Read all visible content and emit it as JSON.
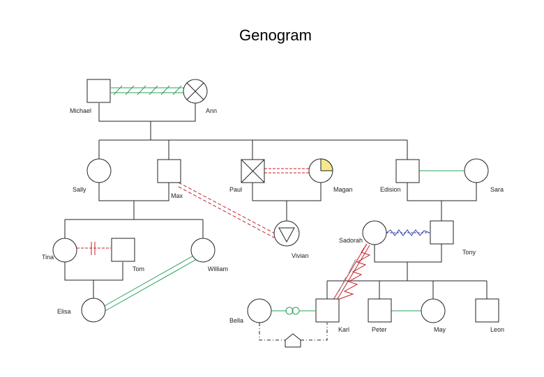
{
  "title": "Genogram",
  "people": {
    "michael": "Michael",
    "ann": "Ann",
    "sally": "Sally",
    "max": "Max",
    "paul": "Paul",
    "magan": "Magan",
    "edision": "Edision",
    "sara": "Sara",
    "vivian": "Vivian",
    "tina": "Tina",
    "tom": "Tom",
    "william": "William",
    "sadorah": "Sadorah",
    "tony": "Tony",
    "elisa": "Elisa",
    "bella": "Bella",
    "karl": "Karl",
    "peter": "Peter",
    "may": "May",
    "leon": "Leon"
  },
  "colors": {
    "green": "#2aa05a",
    "red": "#c0202a",
    "blue": "#2a3fb0",
    "yellow": "#f5e98a"
  }
}
